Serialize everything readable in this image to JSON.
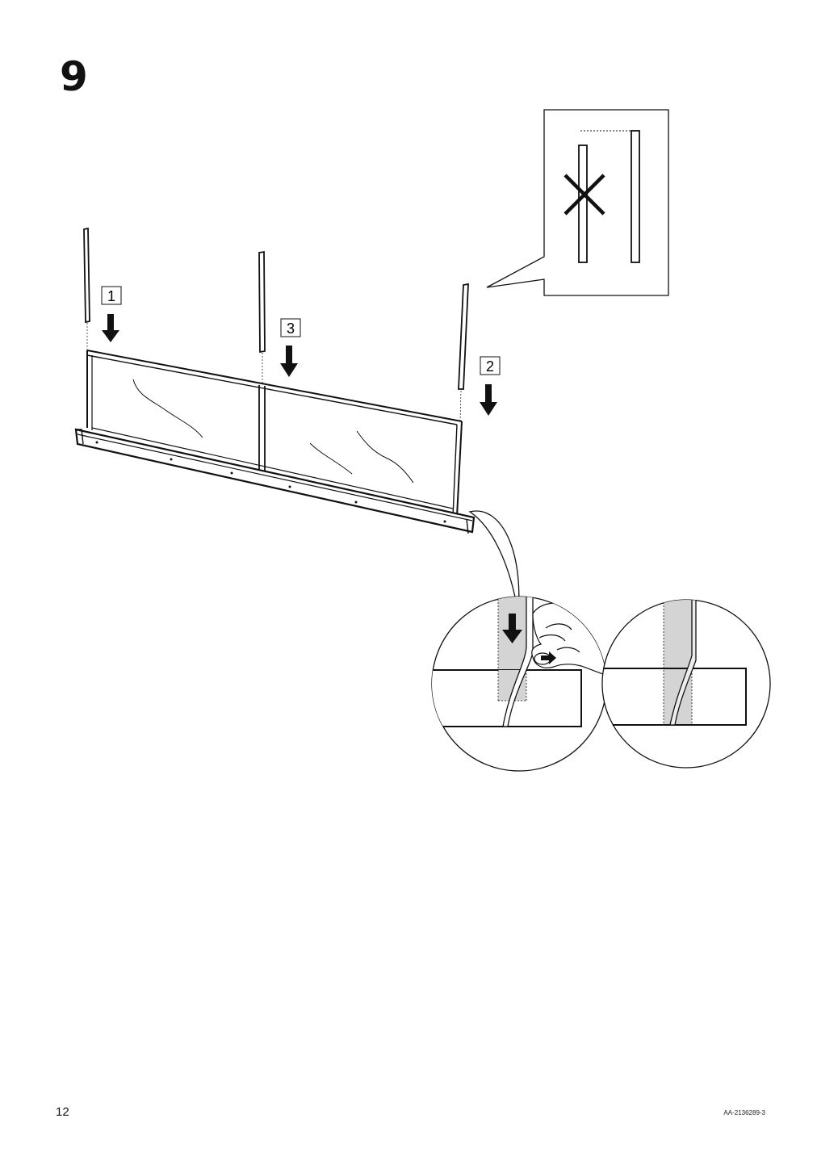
{
  "step": {
    "number": "9"
  },
  "order_labels": [
    "1",
    "2",
    "3"
  ],
  "footer": {
    "page_number": "12",
    "document_code": "AA-2136289-3"
  },
  "colors": {
    "ink": "#111111",
    "shade": "#d4d4d4",
    "background": "#ffffff"
  },
  "icons": [
    "down-arrow-icon",
    "cross-icon",
    "hand-icon",
    "magnifier-circle-icon"
  ]
}
